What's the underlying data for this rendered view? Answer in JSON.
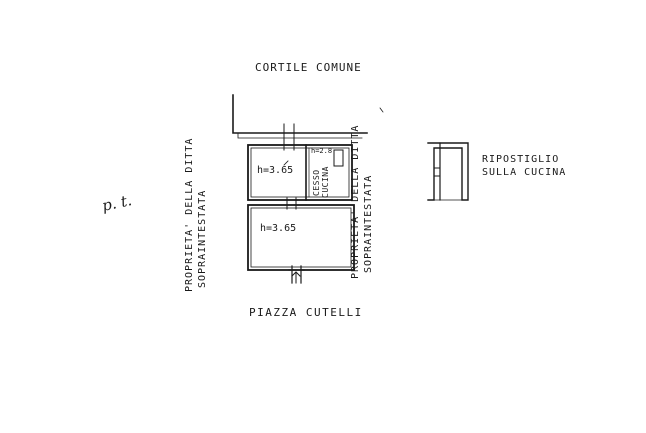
{
  "labels": {
    "top": "CORTILE COMUNE",
    "bottom": "PIAZZA CUTELLI",
    "floor": "p. t.",
    "room_height_1": "h=3.65",
    "room_height_2": "h=3.65",
    "cesso": "CESSO",
    "cucina": "CUCINA",
    "cucina_height": "h=2.8",
    "left_side_line1": "PROPRIETA' DELLA DITTA",
    "left_side_line2": "SOPRAINTESTATA",
    "right_side_line1": "PROPRIETA' DELLA DITTA",
    "right_side_line2": "SOPRAINTESTATA",
    "storage_line1": "RIPOSTIGLIO",
    "storage_line2": "SULLA CUCINA"
  },
  "colors": {
    "ink": "#1a1a1a",
    "paper": "#ffffff"
  }
}
